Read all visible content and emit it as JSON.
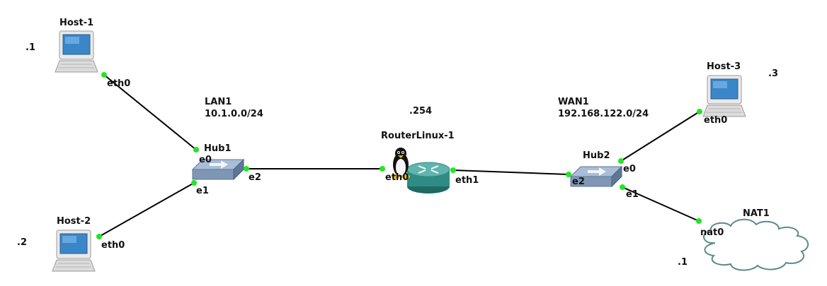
{
  "nodes": {
    "host1": {
      "name": "Host-1",
      "ip_suffix": ".1",
      "port": "eth0"
    },
    "host2": {
      "name": "Host-2",
      "ip_suffix": ".2",
      "port": "eth0"
    },
    "host3": {
      "name": "Host-3",
      "ip_suffix": ".3",
      "port": "eth0"
    },
    "hub1": {
      "name": "Hub1",
      "ports": {
        "e0": "e0",
        "e1": "e1",
        "e2": "e2"
      }
    },
    "hub2": {
      "name": "Hub2",
      "ports": {
        "e0": "e0",
        "e1": "e1",
        "e2": "e2"
      }
    },
    "router": {
      "name": "RouterLinux-1",
      "ip_suffix": ".254",
      "ports": {
        "eth0": "eth0",
        "eth1": "eth1"
      }
    },
    "nat1": {
      "name": "NAT1",
      "ip_suffix": ".1",
      "port": "nat0"
    }
  },
  "networks": {
    "lan1": {
      "name": "LAN1",
      "subnet": "10.1.0.0/24"
    },
    "wan1": {
      "name": "WAN1",
      "subnet": "192.168.122.0/24"
    }
  },
  "colors": {
    "link": "#000000",
    "port_dot": "#22e622",
    "hub_body": "#7f97b5",
    "router_body": "#2f8c84",
    "cloud_stroke": "#5e8a8a",
    "screen": "#3a86c8"
  }
}
